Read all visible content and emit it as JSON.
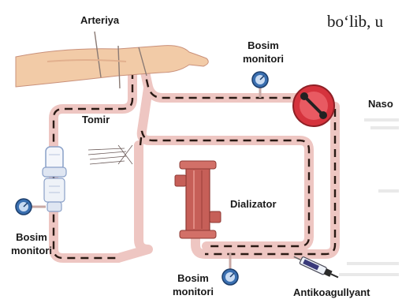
{
  "book_text": "bo‘lib, u",
  "labels": {
    "artery": "Arteriya",
    "pressure_monitor_top_line1": "Bosim",
    "pressure_monitor_top_line2": "monitori",
    "pump": "Naso",
    "vessel": "Tomir",
    "dialyzer": "Dializator",
    "pressure_monitor_left_line1": "Bosim",
    "pressure_monitor_left_line2": "monitori",
    "pressure_monitor_bottom_line1": "Bosim",
    "pressure_monitor_bottom_line2": "monitori",
    "anticoagulant": "Antikoagullyant"
  },
  "icons": {
    "gauge": "pressure-gauge-icon",
    "pump": "pump-icon",
    "syringe": "syringe-icon",
    "filter": "filter-icon"
  },
  "colors": {
    "tube": "#eec6c2",
    "dash": "#2a1a14",
    "dialyzer": "#c65f58",
    "pump": "#d5333d",
    "gauge": "#3a6fb0",
    "arm": "#f2cba7"
  }
}
